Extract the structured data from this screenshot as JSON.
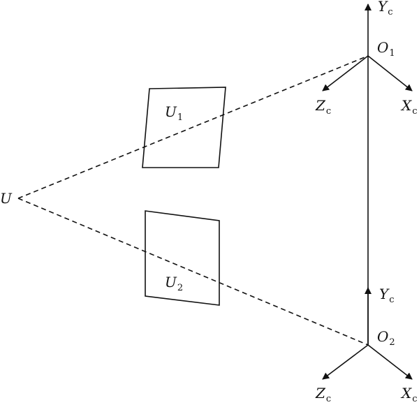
{
  "labels": {
    "point_u": "U",
    "image_u1_main": "U",
    "image_u1_sub": "1",
    "image_u2_main": "U",
    "image_u2_sub": "2",
    "camera1_origin_main": "O",
    "camera1_origin_sub": "1",
    "camera2_origin_main": "O",
    "camera2_origin_sub": "2",
    "y_axis_main": "Y",
    "x_axis_main": "X",
    "z_axis_main": "Z",
    "axis_sub": "c"
  },
  "colors": {
    "stroke": "#111111",
    "background": "#ffffff"
  }
}
